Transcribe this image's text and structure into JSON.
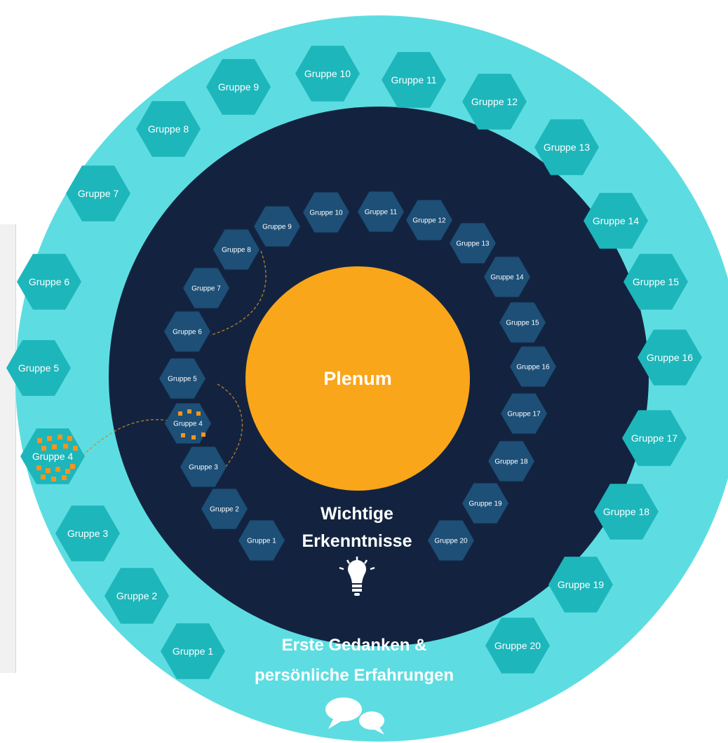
{
  "colors": {
    "outer_ring": "#5ddde2",
    "outer_hex": "#1db6bb",
    "inner_disc": "#13233f",
    "inner_hex": "#1d4f77",
    "plenum": "#faa61a",
    "sticky": "#f7941d",
    "text_light": "#ffffff",
    "connector": "#c58a2a"
  },
  "center": {
    "label": "Plenum"
  },
  "inner_ring": {
    "title_line1": "Wichtige",
    "title_line2": "Erkenntnisse",
    "icon": "lightbulb-icon",
    "groups": [
      "Gruppe 1",
      "Gruppe 2",
      "Gruppe 3",
      "Gruppe 4",
      "Gruppe 5",
      "Gruppe 6",
      "Gruppe 7",
      "Gruppe 8",
      "Gruppe 9",
      "Gruppe 10",
      "Gruppe 11",
      "Gruppe 12",
      "Gruppe 13",
      "Gruppe 14",
      "Gruppe 15",
      "Gruppe 16",
      "Gruppe 17",
      "Gruppe 18",
      "Gruppe 19",
      "Gruppe 20"
    ]
  },
  "outer_ring": {
    "title_line1": "Erste Gedanken &",
    "title_line2": "persönliche Erfahrungen",
    "icon": "speech-bubbles-icon",
    "groups": [
      "Gruppe 1",
      "Gruppe 2",
      "Gruppe 3",
      "Gruppe 4",
      "Gruppe 5",
      "Gruppe 6",
      "Gruppe 7",
      "Gruppe 8",
      "Gruppe 9",
      "Gruppe 10",
      "Gruppe 11",
      "Gruppe 12",
      "Gruppe 13",
      "Gruppe 14",
      "Gruppe 15",
      "Gruppe 16",
      "Gruppe 17",
      "Gruppe 18",
      "Gruppe 19",
      "Gruppe 20"
    ]
  }
}
